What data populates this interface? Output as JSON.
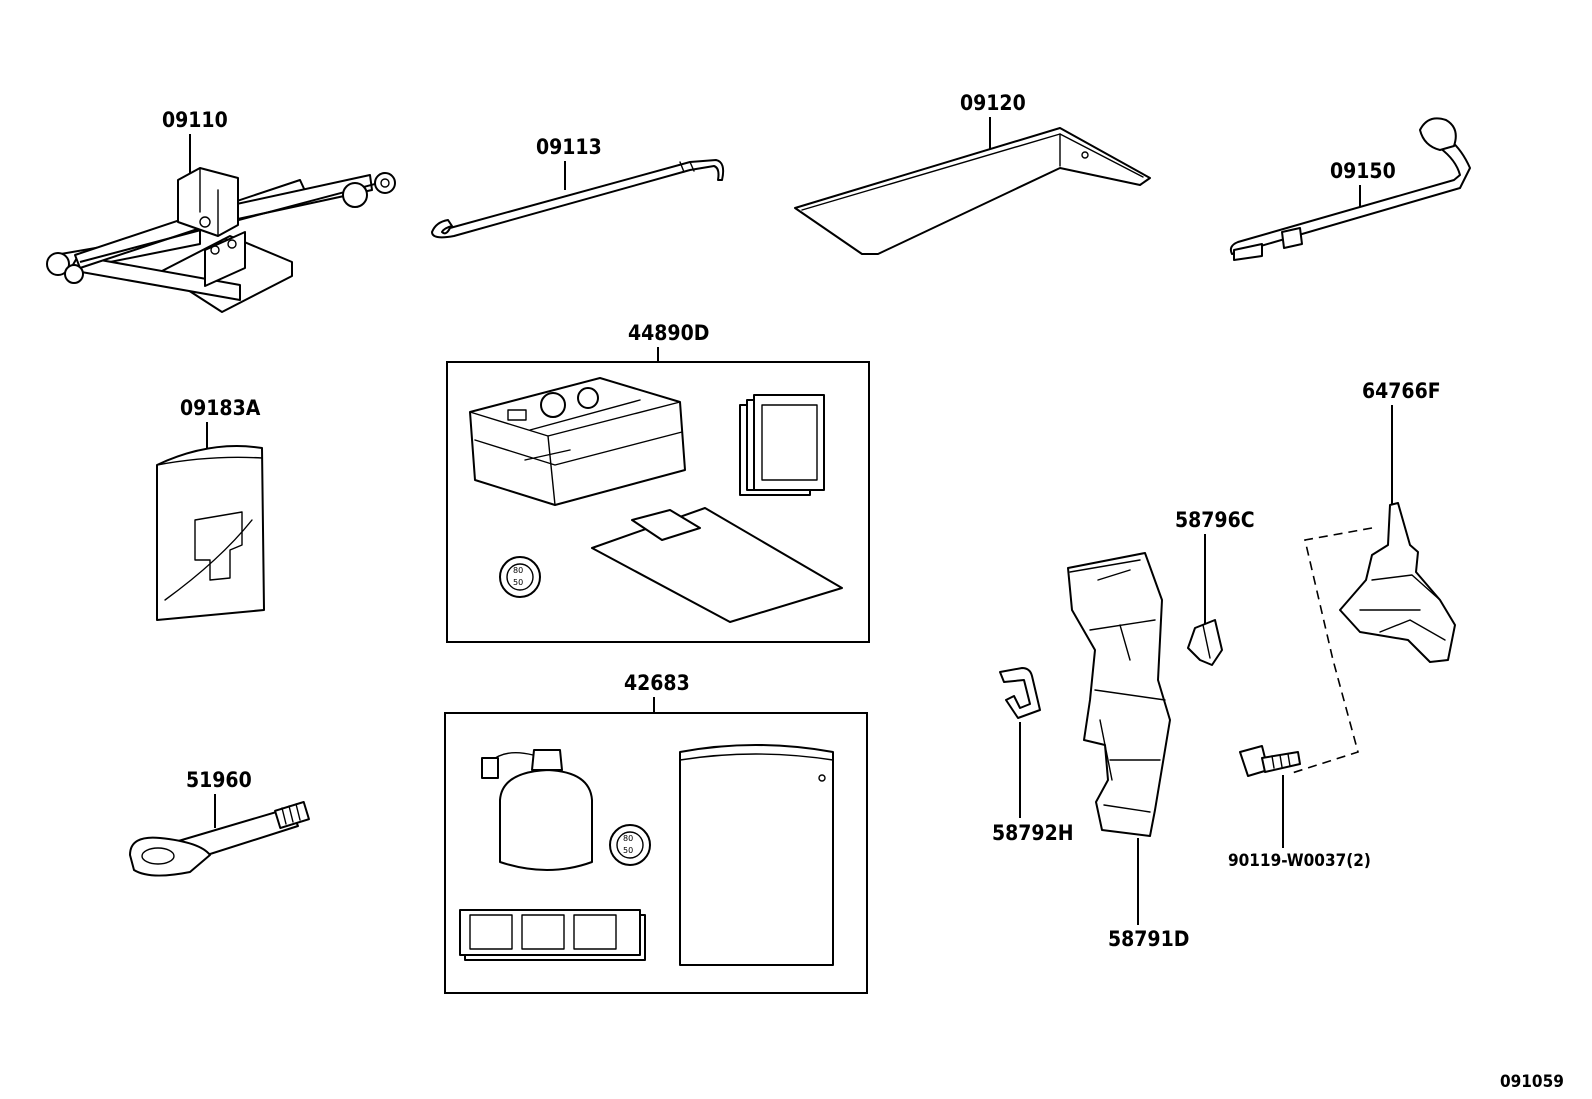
{
  "labels": {
    "p09110": "09110",
    "p09113": "09113",
    "p09120": "09120",
    "p09150": "09150",
    "p44890D": "44890D",
    "p09183A": "09183A",
    "p64766F": "64766F",
    "p58796C": "58796C",
    "p42683": "42683",
    "p51960": "51960",
    "p58792H": "58792H",
    "p58791D": "58791D",
    "p90119": "90119-W0037(2)",
    "figure_code": "091059"
  },
  "stickers": {
    "top": "80",
    "bottom": "50"
  }
}
